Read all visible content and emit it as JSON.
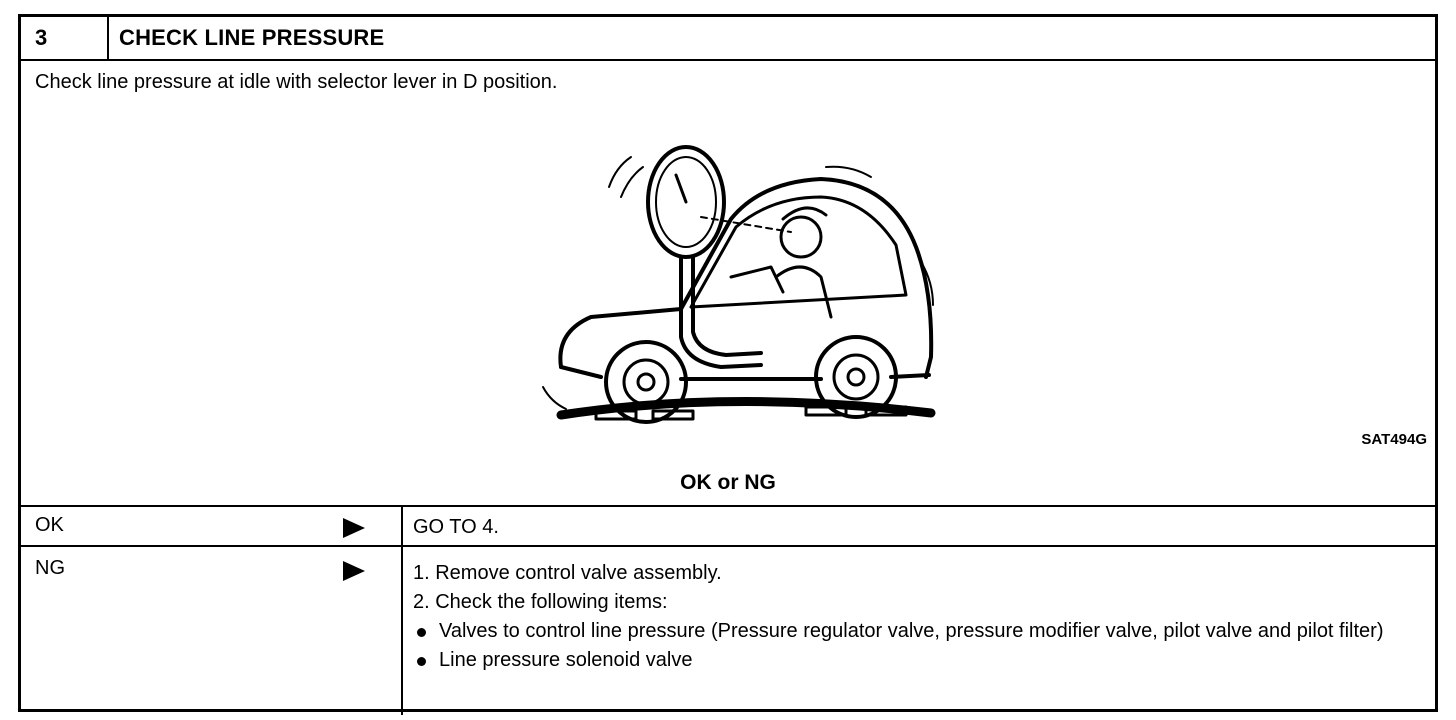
{
  "header": {
    "step": "3",
    "title": "CHECK LINE PRESSURE"
  },
  "instruction": "Check line pressure at idle with selector lever in D position.",
  "figure": {
    "code": "SAT494G",
    "icon": "car-pressure-gauge-illustration"
  },
  "result_prompt": "OK or NG",
  "rows": [
    {
      "condition": "OK",
      "action": "GO TO 4."
    },
    {
      "condition": "NG",
      "steps": [
        "1.  Remove control valve assembly.",
        "2.  Check the following items:"
      ],
      "bullets": [
        "Valves to control line pressure (Pressure regulator valve, pressure modifier valve, pilot valve and pilot filter)",
        "Line pressure solenoid valve"
      ]
    }
  ]
}
